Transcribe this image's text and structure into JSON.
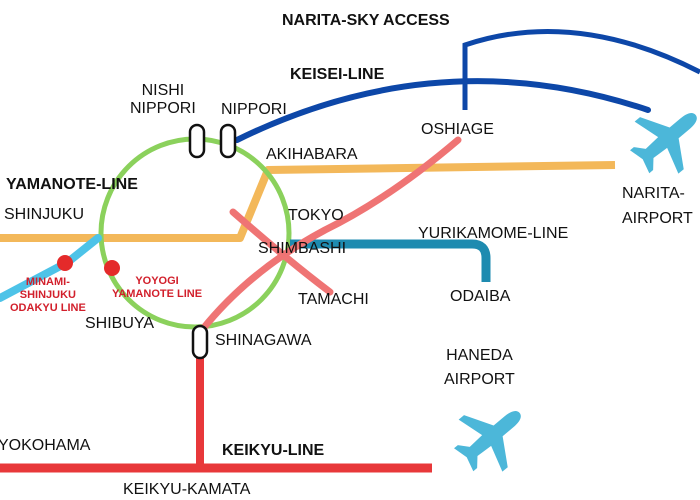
{
  "colors": {
    "yamanote": "#8bd15c",
    "chuo": "#f3b85a",
    "keisei": "#0d47a8",
    "asakusa": "#ef7474",
    "yurikamome": "#1e8bb0",
    "keikyu": "#e8383a",
    "odakyu": "#4dc3e8",
    "stop": "#e42a2a",
    "label_red": "#d21f2b",
    "plane": "#4cb7d9"
  },
  "lines": {
    "narita_sky_access": "NARITA-SKY ACCESS",
    "keisei": "KEISEI-LINE",
    "yamanote": "YAMANOTE-LINE",
    "yurikamome": "YURIKAMOME-LINE",
    "keikyu": "KEIKYU-LINE"
  },
  "stations": {
    "nishi_nippori": [
      "NISHI",
      "NIPPORI"
    ],
    "nippori": "NIPPORI",
    "oshiage": "OSHIAGE",
    "akihabara": "AKIHABARA",
    "shinjuku": "SHINJUKU",
    "tokyo": "TOKYO",
    "shimbashi": "SHIMBASHI",
    "tamachi": "TAMACHI",
    "odaiba": "ODAIBA",
    "shibuya": "SHIBUYA",
    "shinagawa": "SHINAGAWA",
    "yokohama": "YOKOHAMA",
    "keikyu_kamata": "KEIKYU-KAMATA",
    "minami_shinjuku": [
      "MINAMI-",
      "SHINJUKU",
      "ODAKYU LINE"
    ],
    "yoyogi": [
      "YOYOGI",
      "YAMANOTE LINE"
    ]
  },
  "airports": {
    "narita": [
      "NARITA-",
      "AIRPORT"
    ],
    "haneda": [
      "HANEDA",
      "AIRPORT"
    ]
  },
  "icons": {
    "narita_plane": "airplane-icon",
    "haneda_plane": "airplane-icon"
  }
}
